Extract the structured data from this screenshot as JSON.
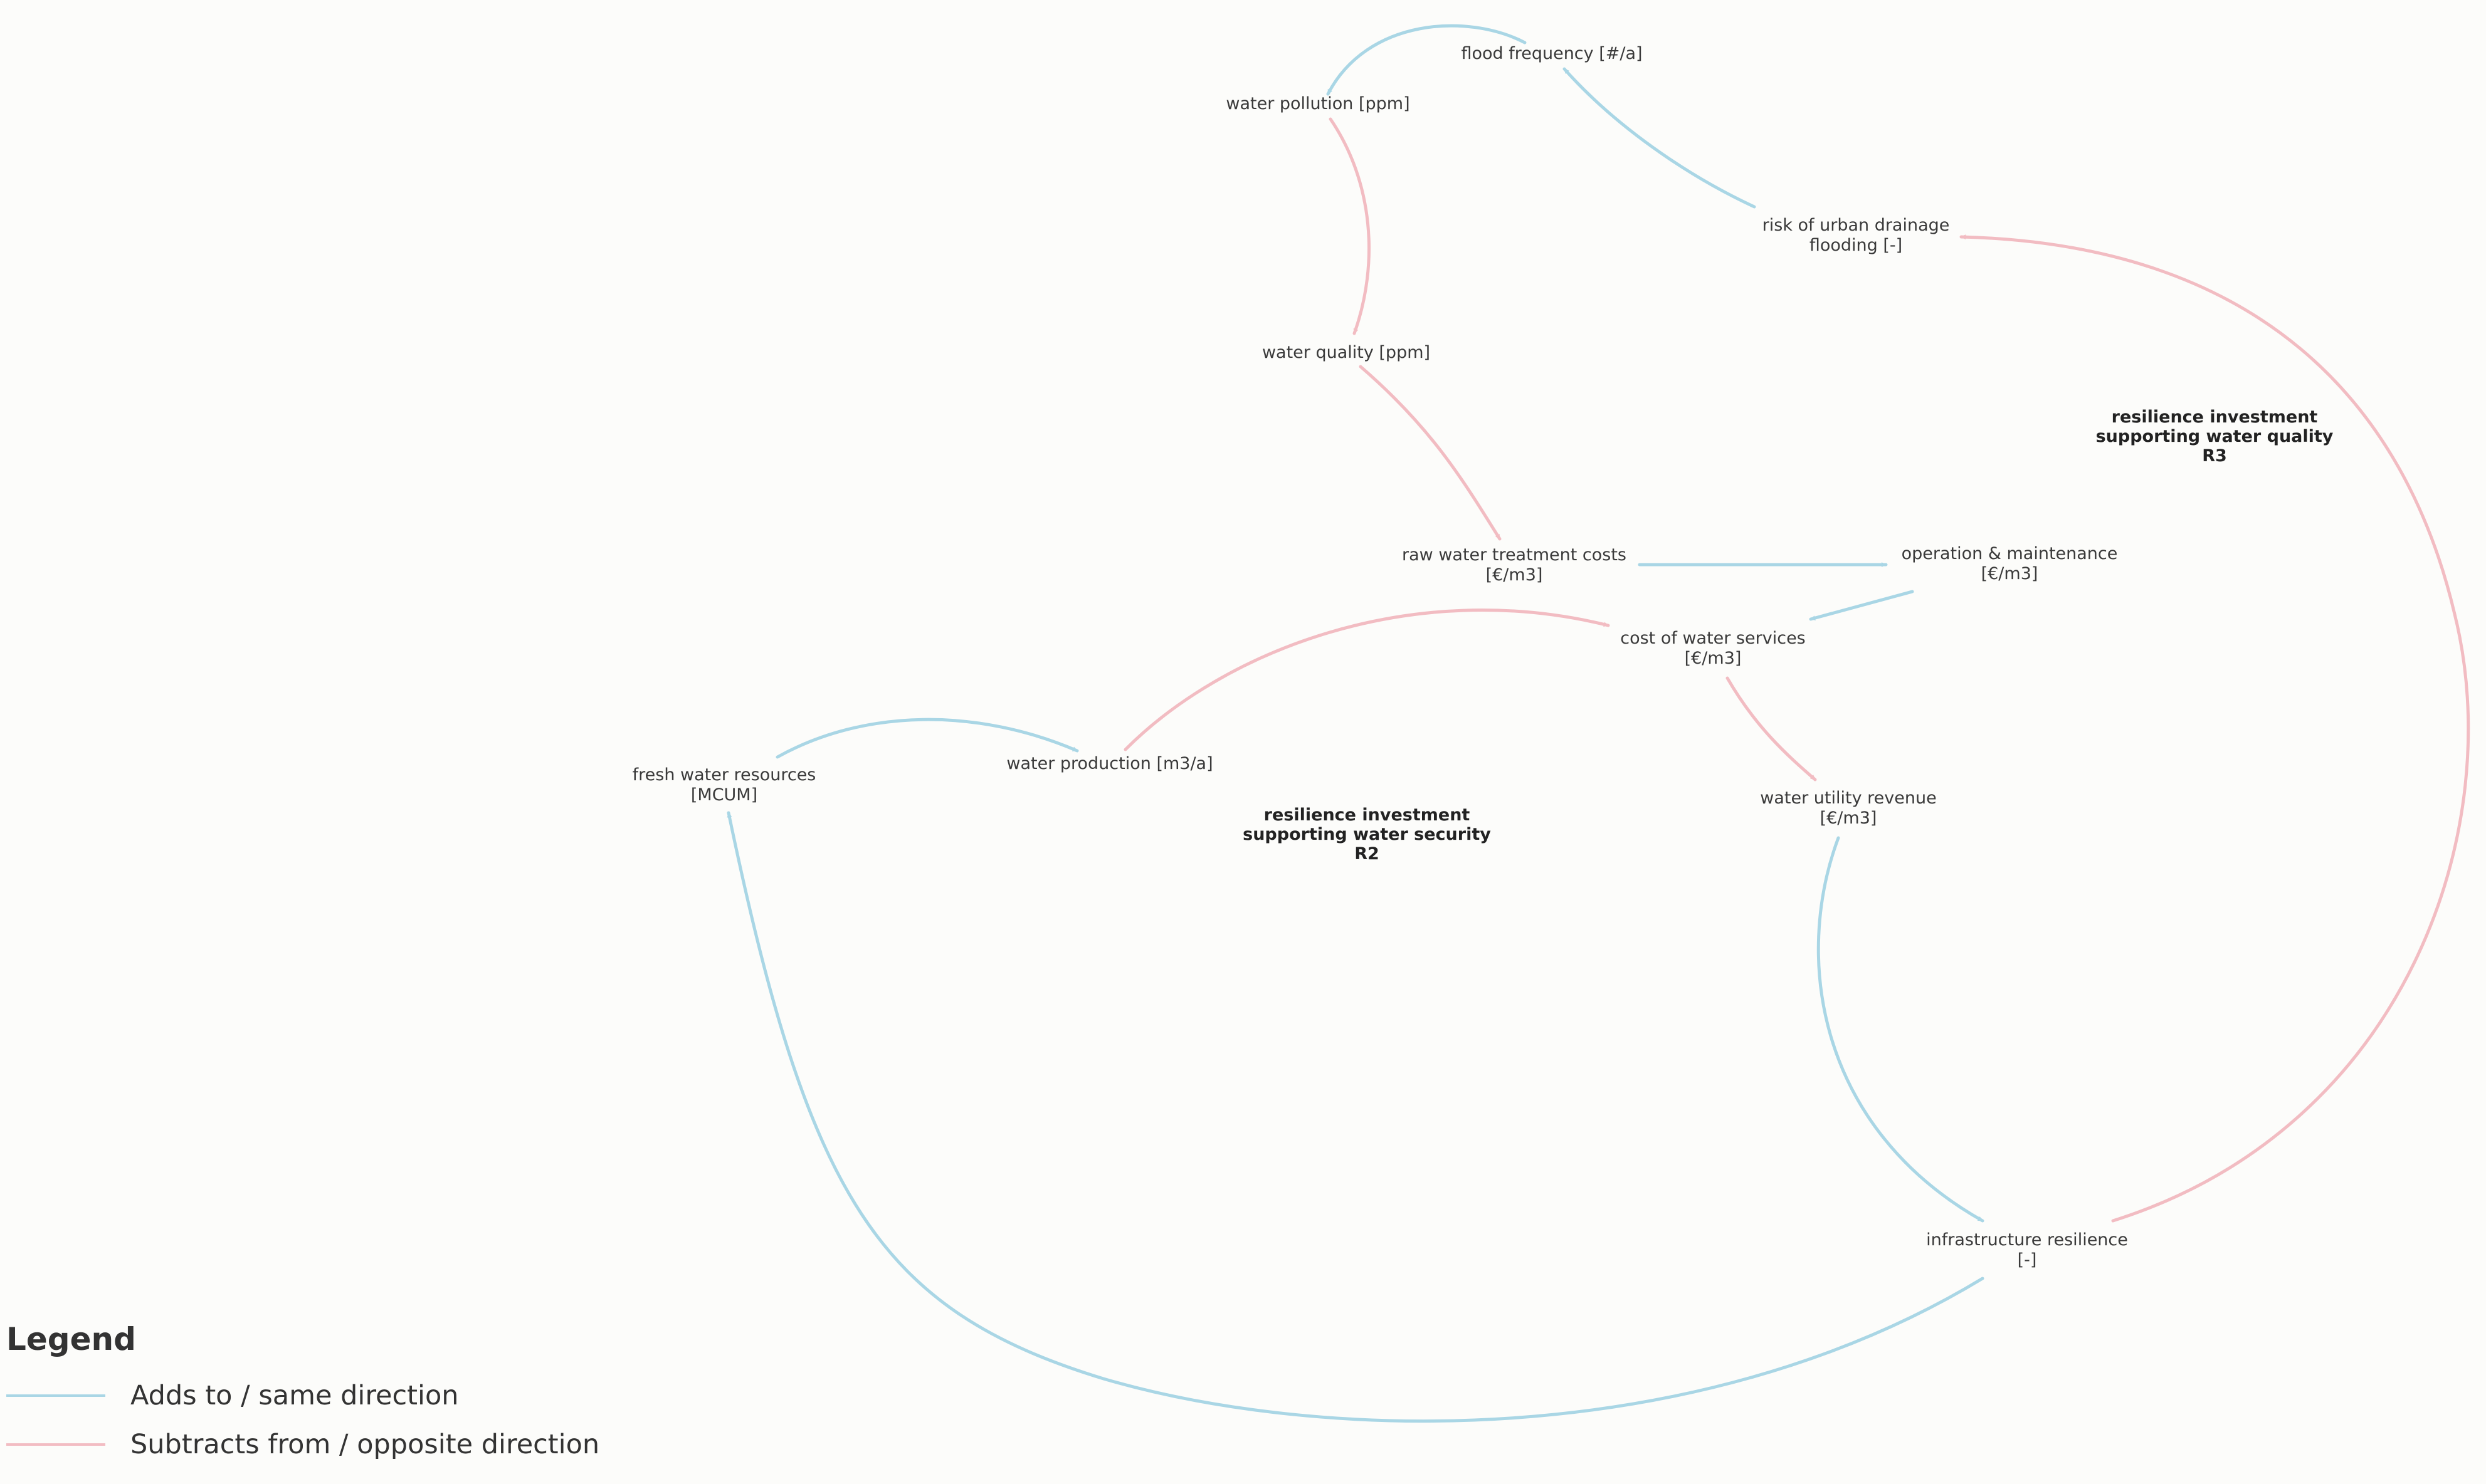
{
  "colors": {
    "positive": "#a9d6e5",
    "negative": "#f2bcc2"
  },
  "nodes": {
    "flood_frequency": [
      "flood frequency [#/a]"
    ],
    "water_pollution": [
      "water pollution [ppm]"
    ],
    "risk_urban_drainage": [
      "risk of urban drainage",
      "flooding [-]"
    ],
    "water_quality": [
      "water quality [ppm]"
    ],
    "raw_water_treatment": [
      "raw water treatment costs",
      "[€/m3]"
    ],
    "operation_maintenance": [
      "operation & maintenance",
      "[€/m3]"
    ],
    "cost_water_services": [
      "cost of water services",
      "[€/m3]"
    ],
    "fresh_water_resources": [
      "fresh water resources",
      "[MCUM]"
    ],
    "water_production": [
      "water production [m3/a]"
    ],
    "water_utility_revenue": [
      "water utility revenue",
      "[€/m3]"
    ],
    "infrastructure_resilience": [
      "infrastructure resilience",
      "[-]"
    ]
  },
  "loops": {
    "r3": [
      "resilience investment",
      "supporting water quality",
      "R3"
    ],
    "r2": [
      "resilience investment",
      "supporting water security",
      "R2"
    ]
  },
  "links": [
    {
      "from": "flood_frequency",
      "to": "water_pollution",
      "polarity": "positive"
    },
    {
      "from": "water_pollution",
      "to": "water_quality",
      "polarity": "negative"
    },
    {
      "from": "risk_urban_drainage",
      "to": "flood_frequency",
      "polarity": "positive"
    },
    {
      "from": "water_quality",
      "to": "raw_water_treatment",
      "polarity": "negative"
    },
    {
      "from": "raw_water_treatment",
      "to": "operation_maintenance",
      "polarity": "positive"
    },
    {
      "from": "operation_maintenance",
      "to": "cost_water_services",
      "polarity": "positive"
    },
    {
      "from": "water_production",
      "to": "cost_water_services",
      "polarity": "negative"
    },
    {
      "from": "fresh_water_resources",
      "to": "water_production",
      "polarity": "positive"
    },
    {
      "from": "cost_water_services",
      "to": "water_utility_revenue",
      "polarity": "negative"
    },
    {
      "from": "water_utility_revenue",
      "to": "infrastructure_resilience",
      "polarity": "positive"
    },
    {
      "from": "infrastructure_resilience",
      "to": "risk_urban_drainage",
      "polarity": "negative"
    },
    {
      "from": "infrastructure_resilience",
      "to": "fresh_water_resources",
      "polarity": "positive"
    }
  ],
  "legend": {
    "title": "Legend",
    "positive_label": "Adds to / same direction",
    "negative_label": "Subtracts from / opposite direction"
  }
}
